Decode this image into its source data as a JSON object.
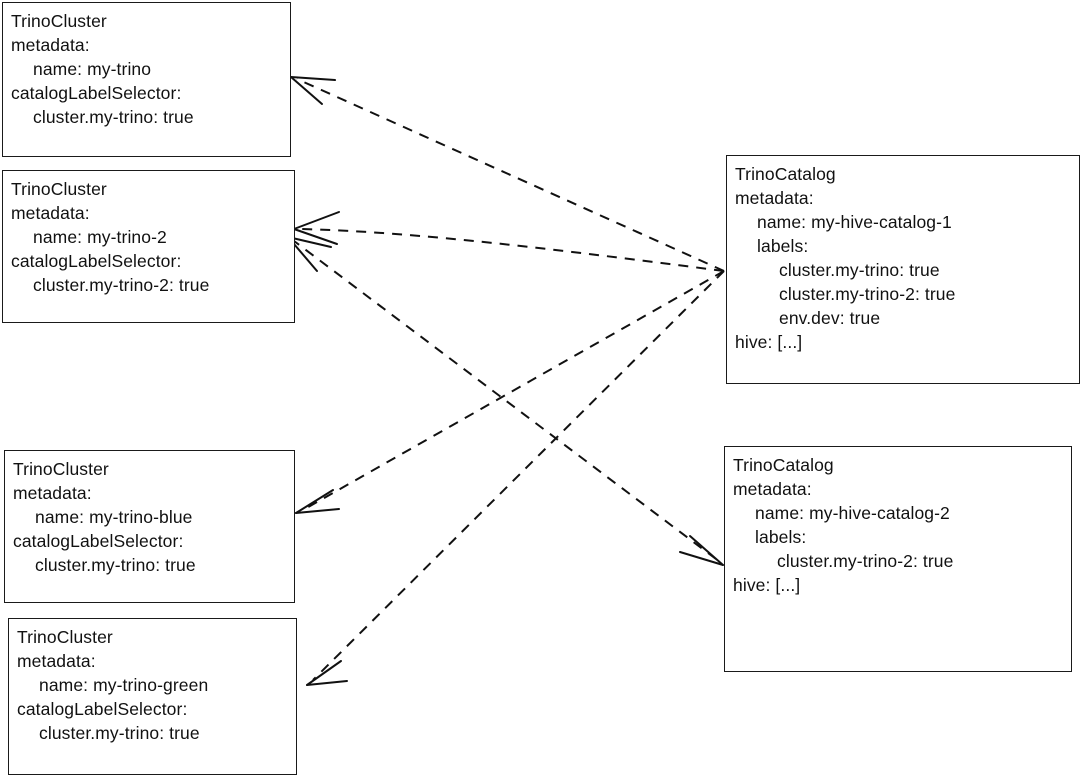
{
  "diagram": {
    "title": "TrinoCluster to TrinoCatalog label selector matching",
    "type": "relationship-diagram",
    "line_style": "dashed",
    "arrow_color": "#111111",
    "node_border_color": "#1a1a1a",
    "background": "#ffffff"
  },
  "nodes": [
    {
      "id": "cluster-my-trino",
      "kind": "TrinoCluster",
      "lines": [
        {
          "text": "TrinoCluster",
          "indent": 0
        },
        {
          "text": "metadata:",
          "indent": 0
        },
        {
          "text": "name: my-trino",
          "indent": 1
        },
        {
          "text": "catalogLabelSelector:",
          "indent": 0
        },
        {
          "text": "cluster.my-trino: true",
          "indent": 1
        }
      ]
    },
    {
      "id": "cluster-my-trino-2",
      "kind": "TrinoCluster",
      "lines": [
        {
          "text": "TrinoCluster",
          "indent": 0
        },
        {
          "text": "metadata:",
          "indent": 0
        },
        {
          "text": "name: my-trino-2",
          "indent": 1
        },
        {
          "text": "catalogLabelSelector:",
          "indent": 0
        },
        {
          "text": "cluster.my-trino-2: true",
          "indent": 1
        }
      ]
    },
    {
      "id": "cluster-my-trino-blue",
      "kind": "TrinoCluster",
      "lines": [
        {
          "text": "TrinoCluster",
          "indent": 0
        },
        {
          "text": "metadata:",
          "indent": 0
        },
        {
          "text": "name: my-trino-blue",
          "indent": 1
        },
        {
          "text": "catalogLabelSelector:",
          "indent": 0
        },
        {
          "text": "cluster.my-trino: true",
          "indent": 1
        }
      ]
    },
    {
      "id": "cluster-my-trino-green",
      "kind": "TrinoCluster",
      "lines": [
        {
          "text": "TrinoCluster",
          "indent": 0
        },
        {
          "text": "metadata:",
          "indent": 0
        },
        {
          "text": "name: my-trino-green",
          "indent": 1
        },
        {
          "text": "catalogLabelSelector:",
          "indent": 0
        },
        {
          "text": "cluster.my-trino: true",
          "indent": 1
        }
      ]
    },
    {
      "id": "catalog-my-hive-catalog-1",
      "kind": "TrinoCatalog",
      "lines": [
        {
          "text": "TrinoCatalog",
          "indent": 0
        },
        {
          "text": "metadata:",
          "indent": 0
        },
        {
          "text": "name: my-hive-catalog-1",
          "indent": 1
        },
        {
          "text": "labels:",
          "indent": 1
        },
        {
          "text": "cluster.my-trino: true",
          "indent": 2
        },
        {
          "text": "cluster.my-trino-2: true",
          "indent": 2
        },
        {
          "text": "env.dev: true",
          "indent": 2
        },
        {
          "text": "hive: [...]",
          "indent": 0
        }
      ]
    },
    {
      "id": "catalog-my-hive-catalog-2",
      "kind": "TrinoCatalog",
      "lines": [
        {
          "text": "TrinoCatalog",
          "indent": 0
        },
        {
          "text": "metadata:",
          "indent": 0
        },
        {
          "text": "name: my-hive-catalog-2",
          "indent": 1
        },
        {
          "text": "labels:",
          "indent": 1
        },
        {
          "text": "cluster.my-trino-2: true",
          "indent": 2
        },
        {
          "text": "hive: [...]",
          "indent": 0
        }
      ]
    }
  ],
  "edges": [
    {
      "id": "edge-catalog1-to-my-trino",
      "from": "catalog-my-hive-catalog-1",
      "to": "cluster-my-trino"
    },
    {
      "id": "edge-catalog1-to-my-trino-2",
      "from": "catalog-my-hive-catalog-1",
      "to": "cluster-my-trino-2"
    },
    {
      "id": "edge-catalog1-to-my-trino-blue",
      "from": "catalog-my-hive-catalog-1",
      "to": "cluster-my-trino-blue"
    },
    {
      "id": "edge-catalog1-to-my-trino-green",
      "from": "catalog-my-hive-catalog-1",
      "to": "cluster-my-trino-green"
    },
    {
      "id": "edge-catalog2-to-my-trino-2",
      "from": "catalog-my-hive-catalog-2",
      "to": "cluster-my-trino-2"
    }
  ]
}
